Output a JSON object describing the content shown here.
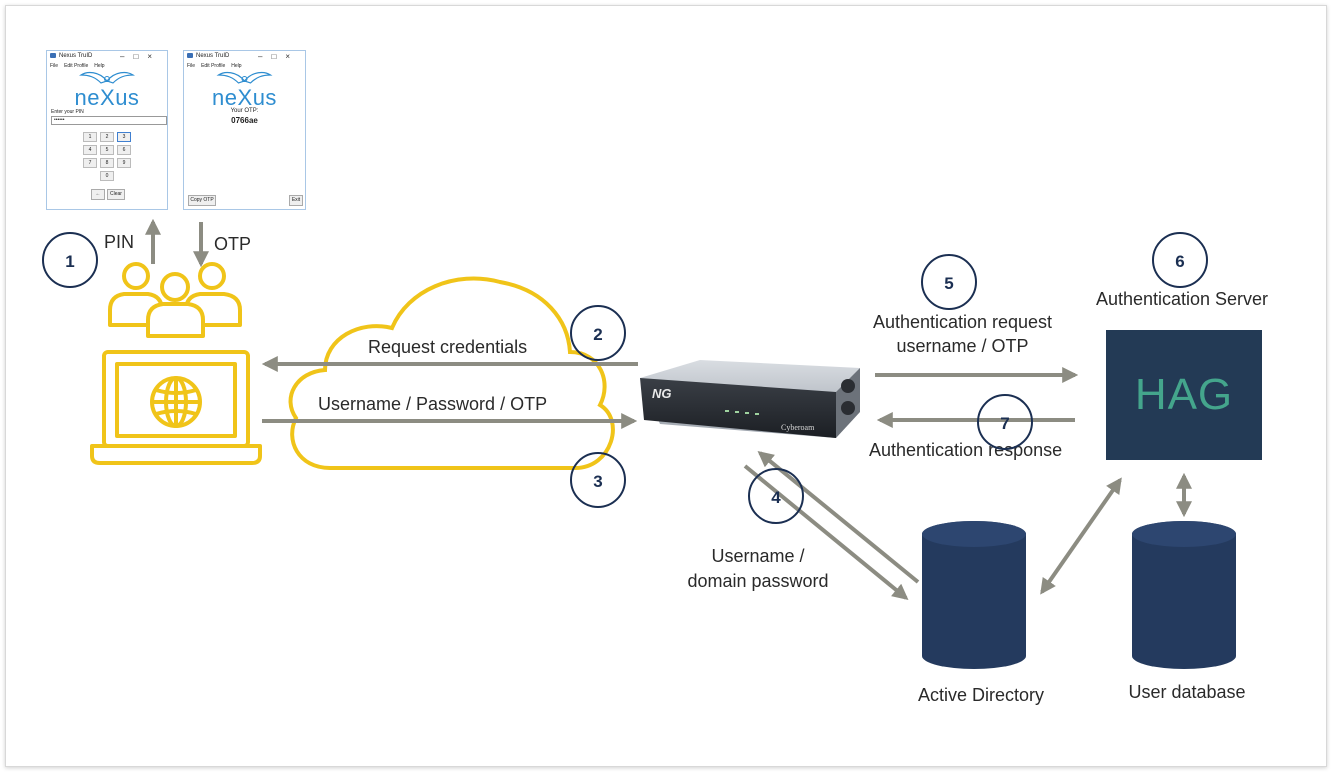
{
  "app_windows": {
    "pin_window": {
      "title": "Nexus TruID",
      "menu": [
        "File",
        "Edit Profile",
        "Help"
      ],
      "logo": "neXus",
      "pin_label": "Enter your PIN",
      "pin_value": "••••••",
      "keys": [
        "1",
        "2",
        "3",
        "4",
        "5",
        "6",
        "7",
        "8",
        "9",
        "0"
      ],
      "back_label": "←",
      "clear_label": "Clear"
    },
    "otp_window": {
      "title": "Nexus TruID",
      "menu": [
        "File",
        "Edit Profile",
        "Help"
      ],
      "logo": "neXus",
      "otp_label": "Your OTP:",
      "otp_value": "0766ae",
      "copy_label": "Copy OTP",
      "exit_label": "Exit"
    }
  },
  "labels": {
    "pin": "PIN",
    "otp": "OTP",
    "request_credentials": "Request credentials",
    "username_password_otp": "Username / Password / OTP",
    "auth_request_line1": "Authentication request",
    "auth_request_line2": "username / OTP",
    "auth_response": "Authentication response",
    "auth_server": "Authentication Server",
    "hag": "HAG",
    "username_slash": "Username /",
    "domain_password": "domain password",
    "active_directory": "Active Directory",
    "user_database": "User database"
  },
  "steps": [
    "1",
    "2",
    "3",
    "4",
    "5",
    "6",
    "7"
  ],
  "colors": {
    "accent_yellow": "#f0c419",
    "arrow_gray": "#8c8c82",
    "navy": "#1b2f52",
    "db_navy": "#243a5e",
    "hag_bg": "#233a55",
    "hag_text": "#44a58c"
  },
  "icons": {
    "users": "users-icon",
    "laptop": "laptop-globe-icon",
    "cloud": "cloud-icon",
    "router": "firewall-appliance-icon",
    "database": "database-icon"
  }
}
